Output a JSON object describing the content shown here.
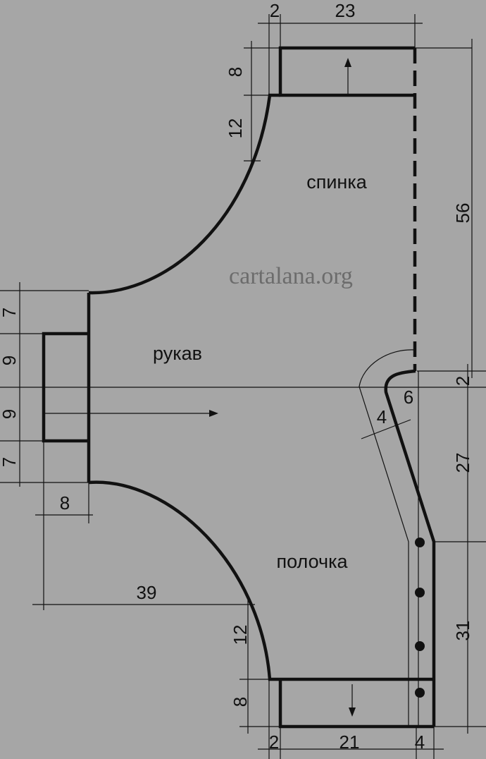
{
  "labels": {
    "back": "спинка",
    "sleeve": "рукав",
    "front": "полочка"
  },
  "watermark": "cartalana.org",
  "dimensions": {
    "top_seam": "2",
    "top_width": "23",
    "top_cuff_height": "8",
    "top_curve_height": "12",
    "back_length": "56",
    "sleeve_top": "7",
    "sleeve_upper": "9",
    "sleeve_lower": "9",
    "sleeve_bottom": "7",
    "sleeve_cuff_width": "8",
    "neck_step": "2",
    "neck_depth": "6",
    "band_width": "4",
    "front_slope": "27",
    "front_length": "31",
    "half_width": "39",
    "bottom_curve_height": "12",
    "bottom_cuff_height": "8",
    "bottom_seam": "2",
    "bottom_width": "21",
    "bottom_band": "4"
  },
  "colors": {
    "background": "#a6a6a6",
    "line": "#111111"
  }
}
